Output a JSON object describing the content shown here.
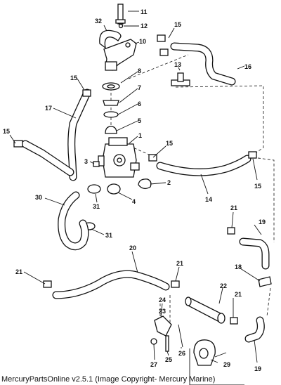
{
  "caption": "MercuryPartsOnline v2.5.1 (Image Copyright- Mercury Marine)",
  "callouts": [
    "11",
    "12",
    "32",
    "10",
    "15",
    "16",
    "13",
    "8",
    "15",
    "7",
    "17",
    "6",
    "5",
    "15",
    "1",
    "3",
    "15",
    "2",
    "15",
    "14",
    "30",
    "4",
    "31",
    "31",
    "21",
    "19",
    "20",
    "21",
    "18",
    "21",
    "22",
    "24",
    "23",
    "21",
    "27",
    "25",
    "26",
    "29",
    "19"
  ]
}
